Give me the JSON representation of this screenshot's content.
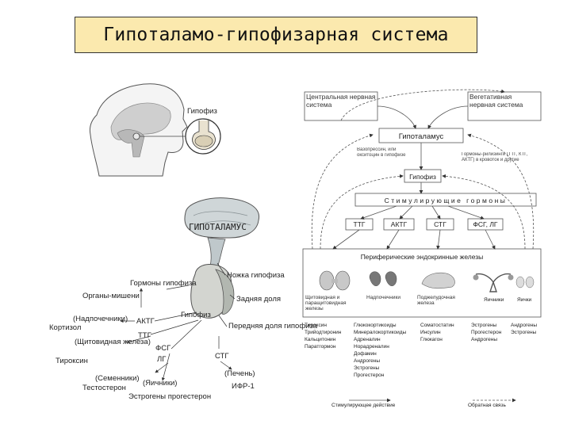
{
  "title": "Гипоталамо-гипофизарная система",
  "head": {
    "pituitary_label": "Гипофиз"
  },
  "anatomy": {
    "hypothalamus_label": "ГИПОТАЛАМУС",
    "labels_left": {
      "target_organs": "Органы-мишени",
      "pituitary_hormones": "Гормоны гипофиза",
      "adrenals": "(Надпочечники)",
      "actg": "АКТГ",
      "cortisol": "Кортизол",
      "ttg": "ТТГ",
      "thyroid": "(Щитовидная железа)",
      "thyroxine": "Тироксин",
      "fsg": "ФСГ",
      "lg": "ЛГ",
      "testes": "(Семенники)",
      "testosterone": "Тестостерон",
      "ovaries": "(Яичники)",
      "estrogens": "Эстрогены прогестерон"
    },
    "labels_right": {
      "stalk": "Ножка гипофиза",
      "posterior": "Задняя доля",
      "pituitary": "Гипофиз",
      "anterior": "Передняя доля гипофиза",
      "stg": "СТГ",
      "liver": "(Печень)",
      "igf": "ИФР-1"
    }
  },
  "schema": {
    "cns": "Центральная нервная система",
    "ans": "Вегетативная нервная система",
    "hypothalamus": "Гипоталамус",
    "hypophysis": "Гипофиз",
    "note_left": "Вазопрессин, или окситоцин в гипофизе",
    "note_right": "Гормоны-рилизинги (ТТГ, КТГ, АКТГ) в кровоток и другие",
    "stimulating": "Стимулирующие гормоны",
    "hormones": [
      "ТТГ",
      "АКТГ",
      "СТГ",
      "ФСГ, ЛГ"
    ],
    "peripheral": "Периферические эндокринные железы",
    "glands": [
      "Щитовидная и паращитовидная железы",
      "Надпочечники",
      "Поджелудочная железа",
      "Яичники",
      "Яички"
    ],
    "outputs": [
      [
        "Тироксин",
        "Трийодтиронин",
        "Кальцитонин",
        "Паратгормон"
      ],
      [
        "Глюкокортикоиды",
        "Минералокортикоиды",
        "Адреналин",
        "Норадреналин",
        "Дофамин",
        "Андрогены",
        "Эстрогены",
        "Прогестерон"
      ],
      [
        "Соматостатин",
        "Инсулин",
        "Глюкагон"
      ],
      [
        "Эстрогены",
        "Прогестерон",
        "Андрогены"
      ],
      [
        "Андрогены",
        "Эстрогены"
      ]
    ],
    "legend_stim": "Стимулирующее действие",
    "legend_feedback": "Обратная связь"
  }
}
